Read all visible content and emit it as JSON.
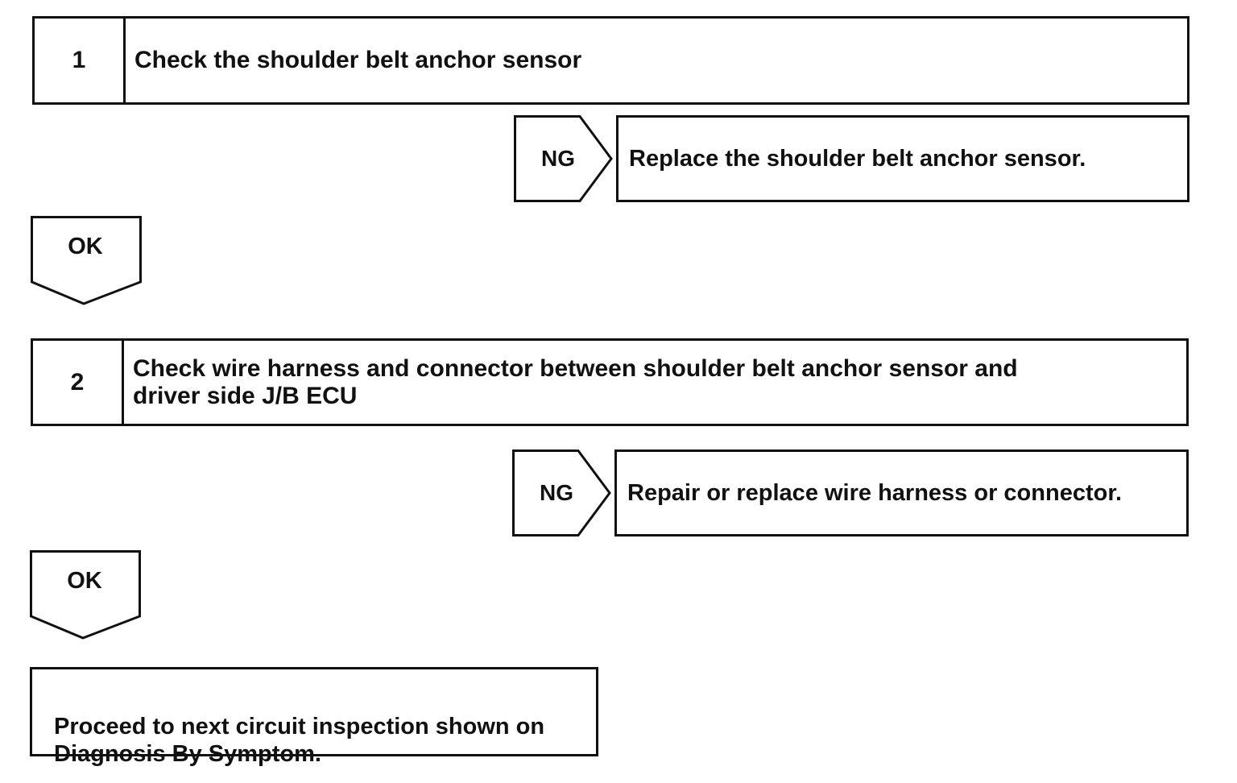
{
  "steps": [
    {
      "number": "1",
      "title": "Check the shoulder belt anchor sensor",
      "ng_label": "NG",
      "ng_action": "Replace the shoulder belt anchor sensor.",
      "ok_label": "OK"
    },
    {
      "number": "2",
      "title": "Check wire harness and connector between shoulder belt anchor sensor and\ndriver side J/B ECU",
      "ng_label": "NG",
      "ng_action": "Repair or replace wire harness or connector.",
      "ok_label": "OK"
    }
  ],
  "final": {
    "text": "Proceed to next circuit inspection shown on\nDiagnosis By Symptom."
  }
}
